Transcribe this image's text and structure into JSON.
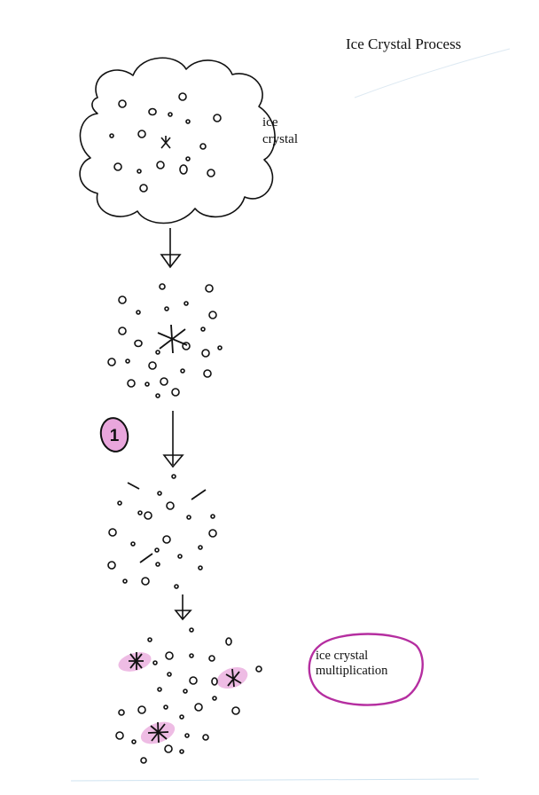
{
  "title": "Ice Crystal Process",
  "cloud_label": {
    "line1": "ice",
    "line2": "crystal"
  },
  "step_marker": "1",
  "result_label": {
    "line1": "ice crystal",
    "line2": "multiplication"
  },
  "colors": {
    "ink": "#111111",
    "highlight": "#c23ab0",
    "highlight_fill": "#e9a6dc"
  }
}
